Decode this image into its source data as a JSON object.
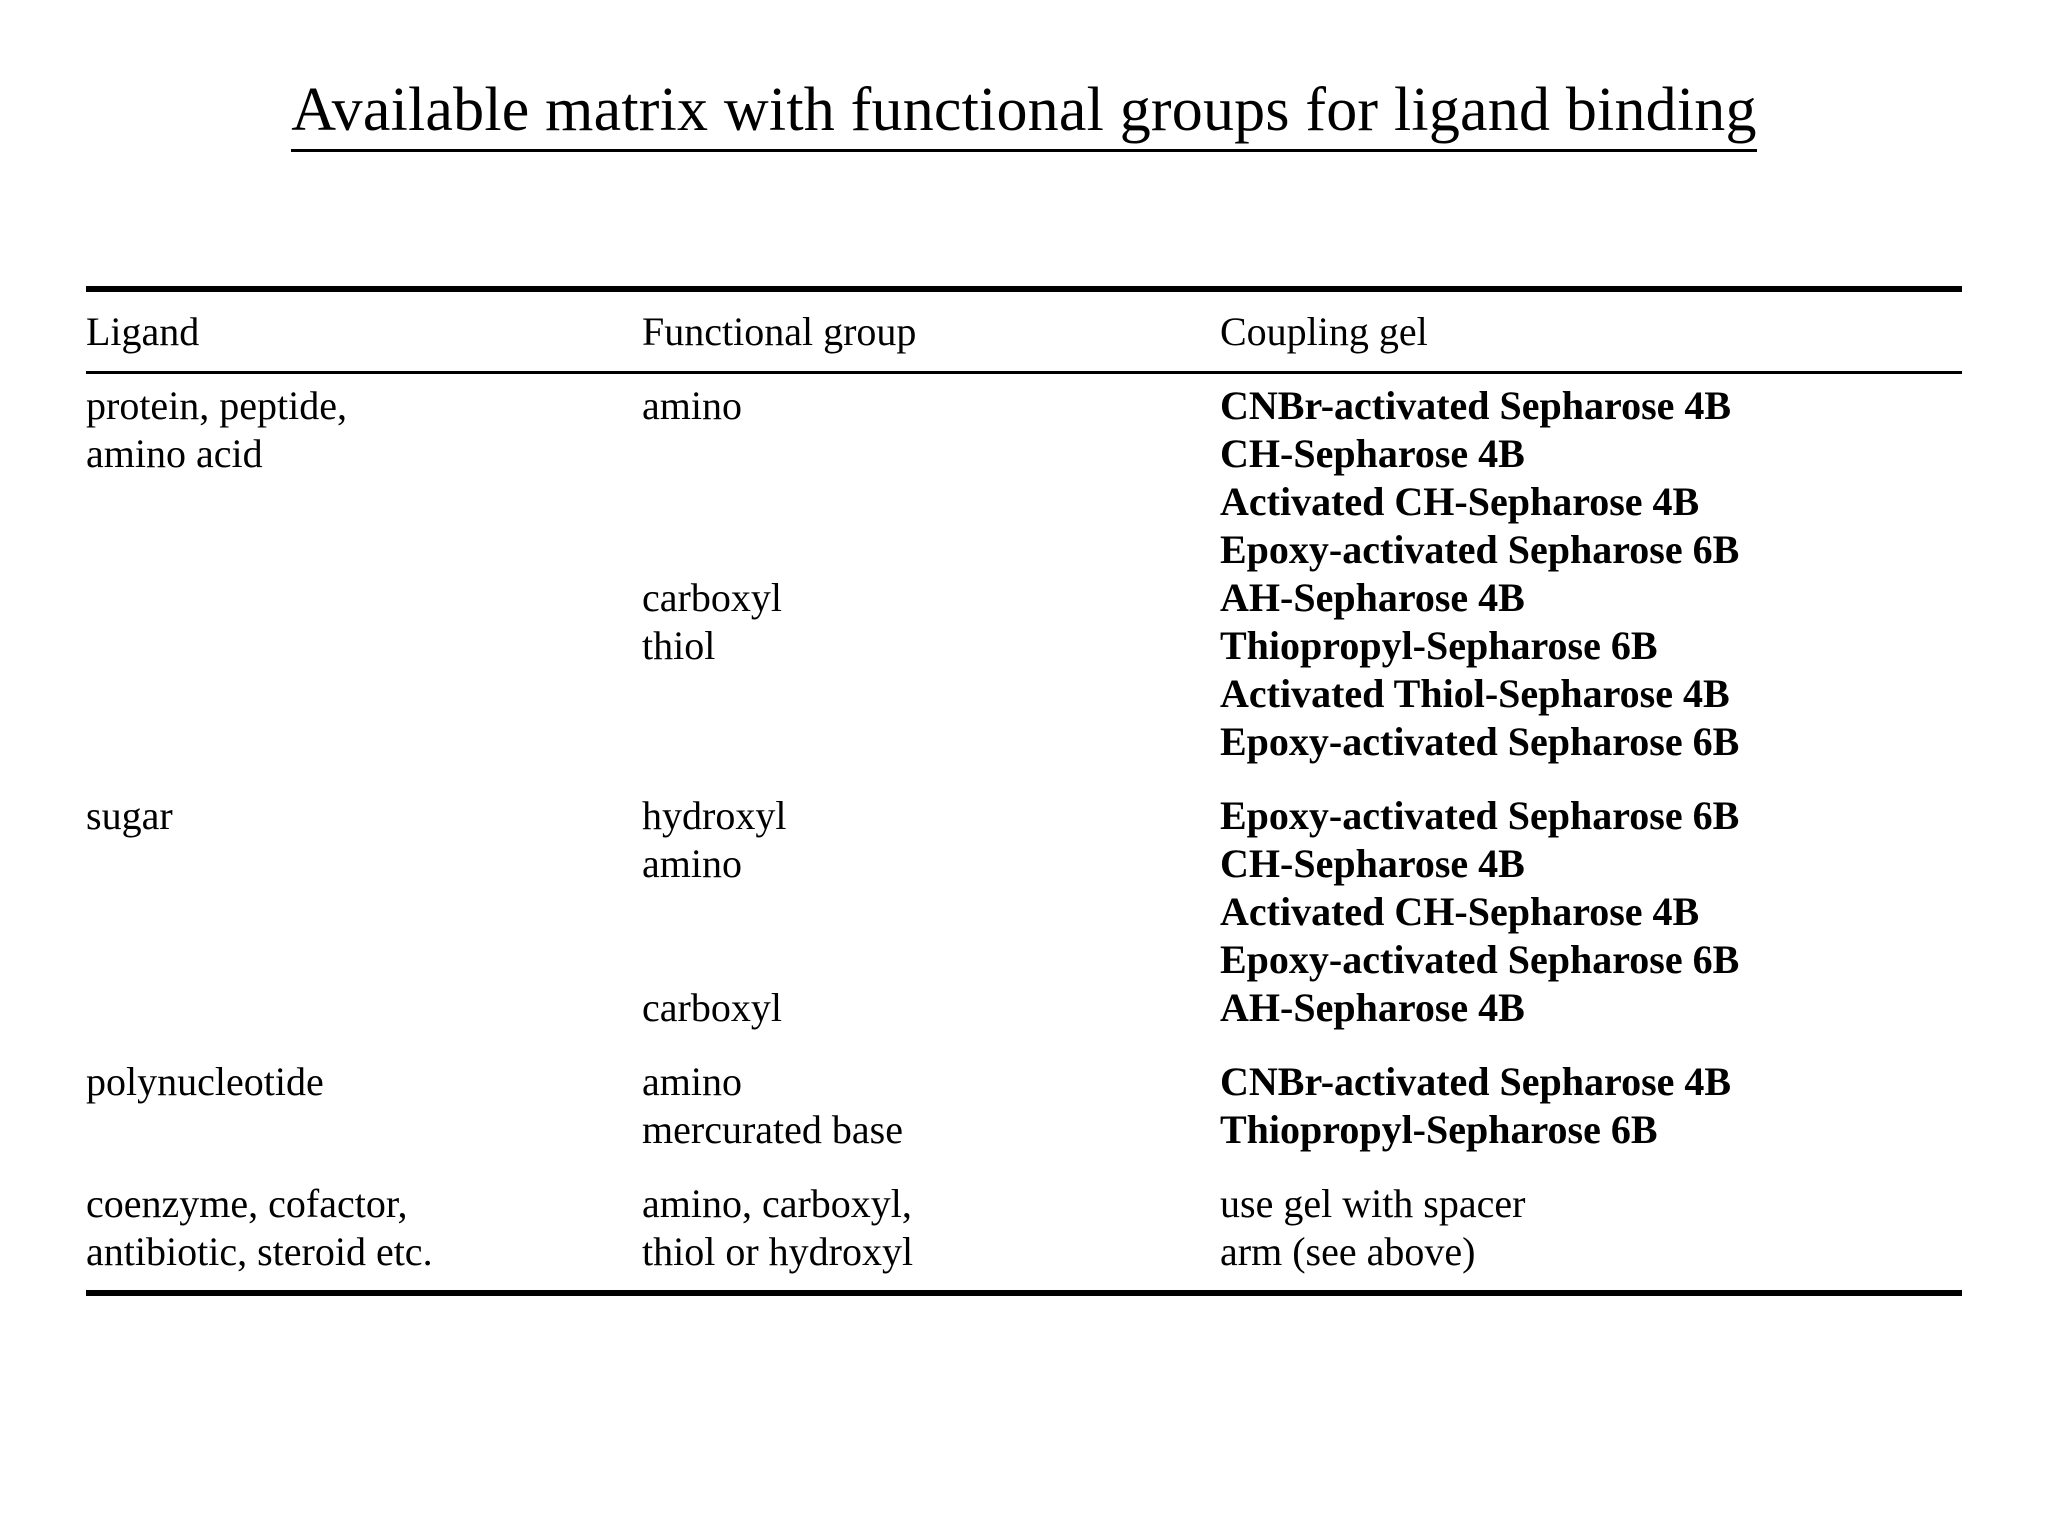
{
  "title": "Available matrix with functional groups for ligand binding",
  "table": {
    "headers": {
      "ligand": "Ligand",
      "functional_group": "Functional group",
      "coupling_gel": "Coupling gel"
    },
    "groups": [
      {
        "ligand_lines": [
          "protein, peptide,",
          "amino acid"
        ],
        "functional_groups": [
          {
            "label": "amino",
            "lines": 1
          },
          {
            "label": "",
            "lines": 1
          },
          {
            "label": "",
            "lines": 1
          },
          {
            "label": "",
            "lines": 1
          },
          {
            "label": "carboxyl",
            "lines": 1
          },
          {
            "label": "thiol",
            "lines": 1
          },
          {
            "label": "",
            "lines": 1
          },
          {
            "label": "",
            "lines": 1
          }
        ],
        "gels": [
          "CNBr-activated Sepharose 4B",
          "CH-Sepharose 4B",
          "Activated CH-Sepharose 4B",
          "Epoxy-activated Sepharose 6B",
          "AH-Sepharose 4B",
          "Thiopropyl-Sepharose 6B",
          "Activated Thiol-Sepharose 4B",
          "Epoxy-activated Sepharose 6B"
        ],
        "gel_bold": true
      },
      {
        "ligand_lines": [
          "sugar"
        ],
        "functional_groups": [
          {
            "label": "hydroxyl",
            "lines": 1
          },
          {
            "label": "amino",
            "lines": 1
          },
          {
            "label": "",
            "lines": 1
          },
          {
            "label": "",
            "lines": 1
          },
          {
            "label": "carboxyl",
            "lines": 1
          }
        ],
        "gels": [
          "Epoxy-activated Sepharose 6B",
          "CH-Sepharose 4B",
          "Activated CH-Sepharose 4B",
          "Epoxy-activated Sepharose 6B",
          "AH-Sepharose 4B"
        ],
        "gel_bold": true
      },
      {
        "ligand_lines": [
          "polynucleotide"
        ],
        "functional_groups": [
          {
            "label": "amino",
            "lines": 1
          },
          {
            "label": "mercurated base",
            "lines": 1
          }
        ],
        "gels": [
          "CNBr-activated Sepharose 4B",
          "Thiopropyl-Sepharose 6B"
        ],
        "gel_bold": true
      },
      {
        "ligand_lines": [
          "coenzyme, cofactor,",
          "antibiotic, steroid etc."
        ],
        "functional_groups": [
          {
            "label": "amino, carboxyl,",
            "lines": 1
          },
          {
            "label": "thiol or hydroxyl",
            "lines": 1
          }
        ],
        "gels": [
          "use gel with spacer",
          "arm (see above)"
        ],
        "gel_bold": false
      }
    ]
  },
  "colors": {
    "text": "#000000",
    "background": "#ffffff",
    "rule": "#000000"
  }
}
